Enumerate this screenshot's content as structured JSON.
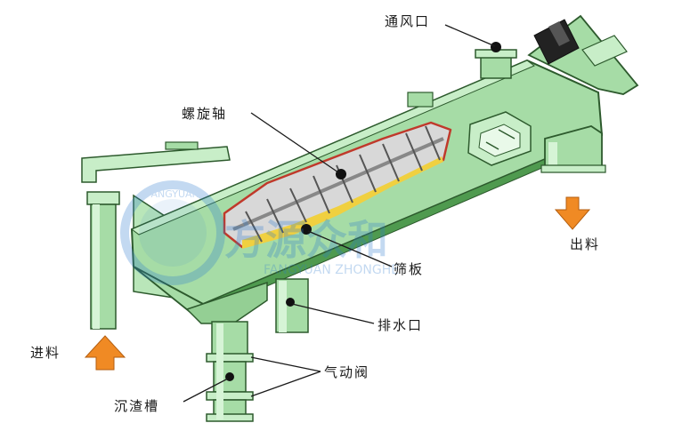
{
  "labels": {
    "vent": "通风口",
    "screw_shaft": "螺旋轴",
    "discharge": "出料",
    "screen_plate": "筛板",
    "drain_outlet": "排水口",
    "feed": "进料",
    "pneumatic_valve": "气动阀",
    "slag_tank": "沉渣槽"
  },
  "watermark": {
    "logo_text": "方源众和",
    "arc_text": "FANGYUAN",
    "sub_text": "FANGYUAN ZHONGHE"
  },
  "colors": {
    "body_green": "#a6dca6",
    "light_green": "#c8eec8",
    "dark_green": "#4f9a4f",
    "inner_grey": "#d8d8d8",
    "sediment_yellow": "#f0d040",
    "cutaway_red": "#c0392b",
    "arrow_orange": "#f08a24"
  }
}
